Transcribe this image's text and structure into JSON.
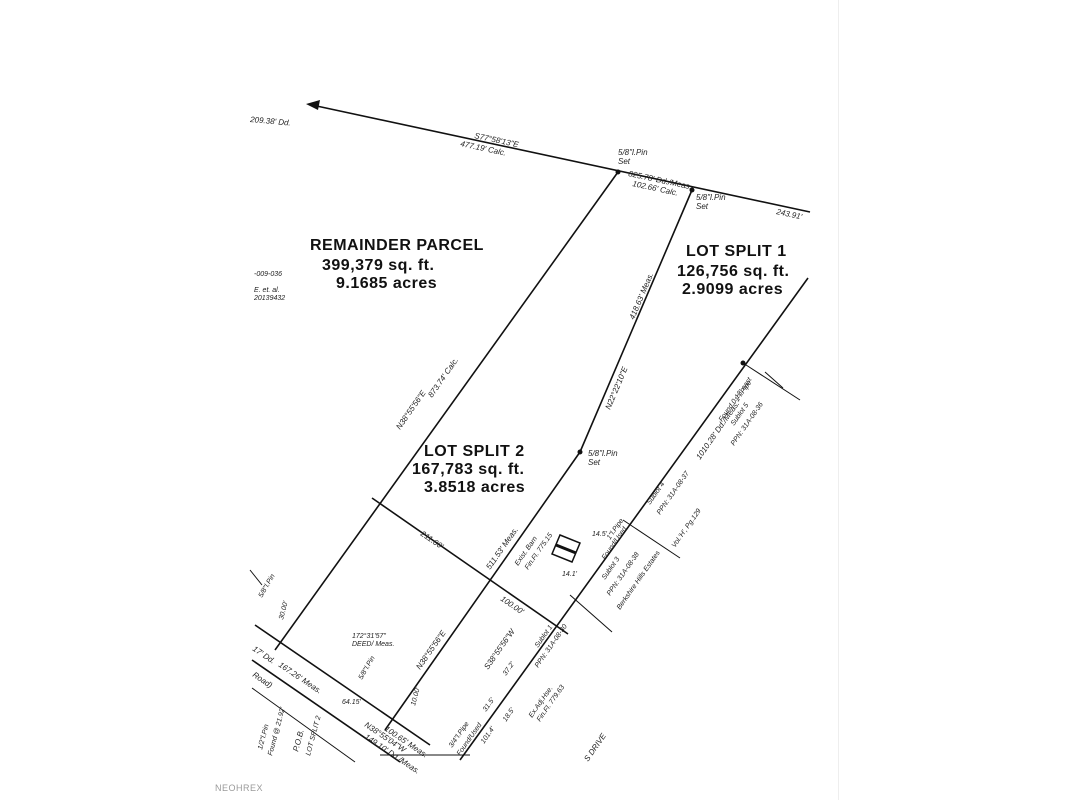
{
  "parcels": {
    "remainder": {
      "title": "REMAINDER PARCEL",
      "area_sqft": "399,379 sq. ft.",
      "area_acres": "9.1685 acres"
    },
    "lot_split_1": {
      "title": "LOT SPLIT 1",
      "area_sqft": "126,756 sq. ft.",
      "area_acres": "2.9099 acres"
    },
    "lot_split_2": {
      "title": "LOT SPLIT 2",
      "area_sqft": "167,783 sq. ft.",
      "area_acres": "3.8518 acres"
    }
  },
  "annotations": {
    "top_left_dd": "209.38' Dd.",
    "top_bearing": "S77°58'13\"E",
    "top_calc": "477.19' Calc.",
    "pin_set_top": "5/8\"l.Pin",
    "set_top": "Set",
    "dist_meas": "825.78' Dd./Meas.",
    "calc_102": "102.66' Calc.",
    "pin_set_2": "5/8\"l.Pin",
    "set_2": "Set",
    "right_243": "243.91'",
    "parcel_no": "-009-036",
    "etal": "E. et. al.",
    "instr_no": "20139432",
    "diag1_bearing": "N38°55'56\"E",
    "diag1_calc": "873.74' Calc.",
    "diag2_bearing": "N22°22'10\"E",
    "diag2_meas": "418.63' Meas.",
    "pin_set_mid": "5/8\"l.Pin",
    "set_mid": "Set",
    "right_meas": "1010.28' Dd./Meas.",
    "pipe_found": "1\"l.Pipe",
    "found_east": "Found 0.13' east",
    "sublot5": "Sublot 5",
    "ppn5": "PPN: 31A-08-36",
    "sublot4": "Sublot 4",
    "ppn4": "PPN: 31A-08-37",
    "pipe_found2": "1\"l.Pipe",
    "found_used": "Found/Used",
    "sublot3": "Sublot 3",
    "ppn3": "PPN: 31A-08-38",
    "berkshire": "Berkshire Hills Estates",
    "vol_pg": "Vol.'H', Pg.129",
    "dist_211": "211.00'",
    "exist_barn": "Exist. Barn",
    "fin_fl": "Fin.Fl. 775.15",
    "dist_511": "511.53' Meas.",
    "barn_14_1": "14.1'",
    "barn_14_5": "14.5'",
    "dist_100": "100.00'",
    "bearing_low": "N38°55'56\"E",
    "bearing_low2": "S38°55'56\"W",
    "dim_37": "37.2'",
    "sublot1": "Sublot 1",
    "ppn1": "PPN: 31A-08-30",
    "angle": "172°31'57\"",
    "deed_meas": "DEED/ Meas.",
    "pin_low": "5/8\"l.Pin",
    "dd_left": "17' Dd.",
    "meas_167": "167.26' Meas.",
    "road": "Road)",
    "pin_found": "1/2\"l.Pin",
    "found_21": "Found @ 21.92'",
    "pob": "P.O.B.",
    "lot_split_ref": "LOT SPLIT 2",
    "exadj": "Ex.Adj.Hse.",
    "fin_fl_2": "Fin.Fl. 779.63",
    "dim_31": "31.5'",
    "dim_18": "18.5'",
    "dim_101": "101.4'",
    "pipe_found3": "3/4\"l.Pipe",
    "found_used3": "Found/Used",
    "meas_100": "100.65' Meas.",
    "bearing_bottom": "N38°55'04\"W",
    "meas_149": "149.10' Dd./Meas.",
    "drive": "S DRIVE",
    "dd_64": "64.15'",
    "dim_30": "30.00'",
    "dim_10": "10.00'",
    "pin_left": "5/8\"l.Pin"
  },
  "watermark": "NEOHREX"
}
